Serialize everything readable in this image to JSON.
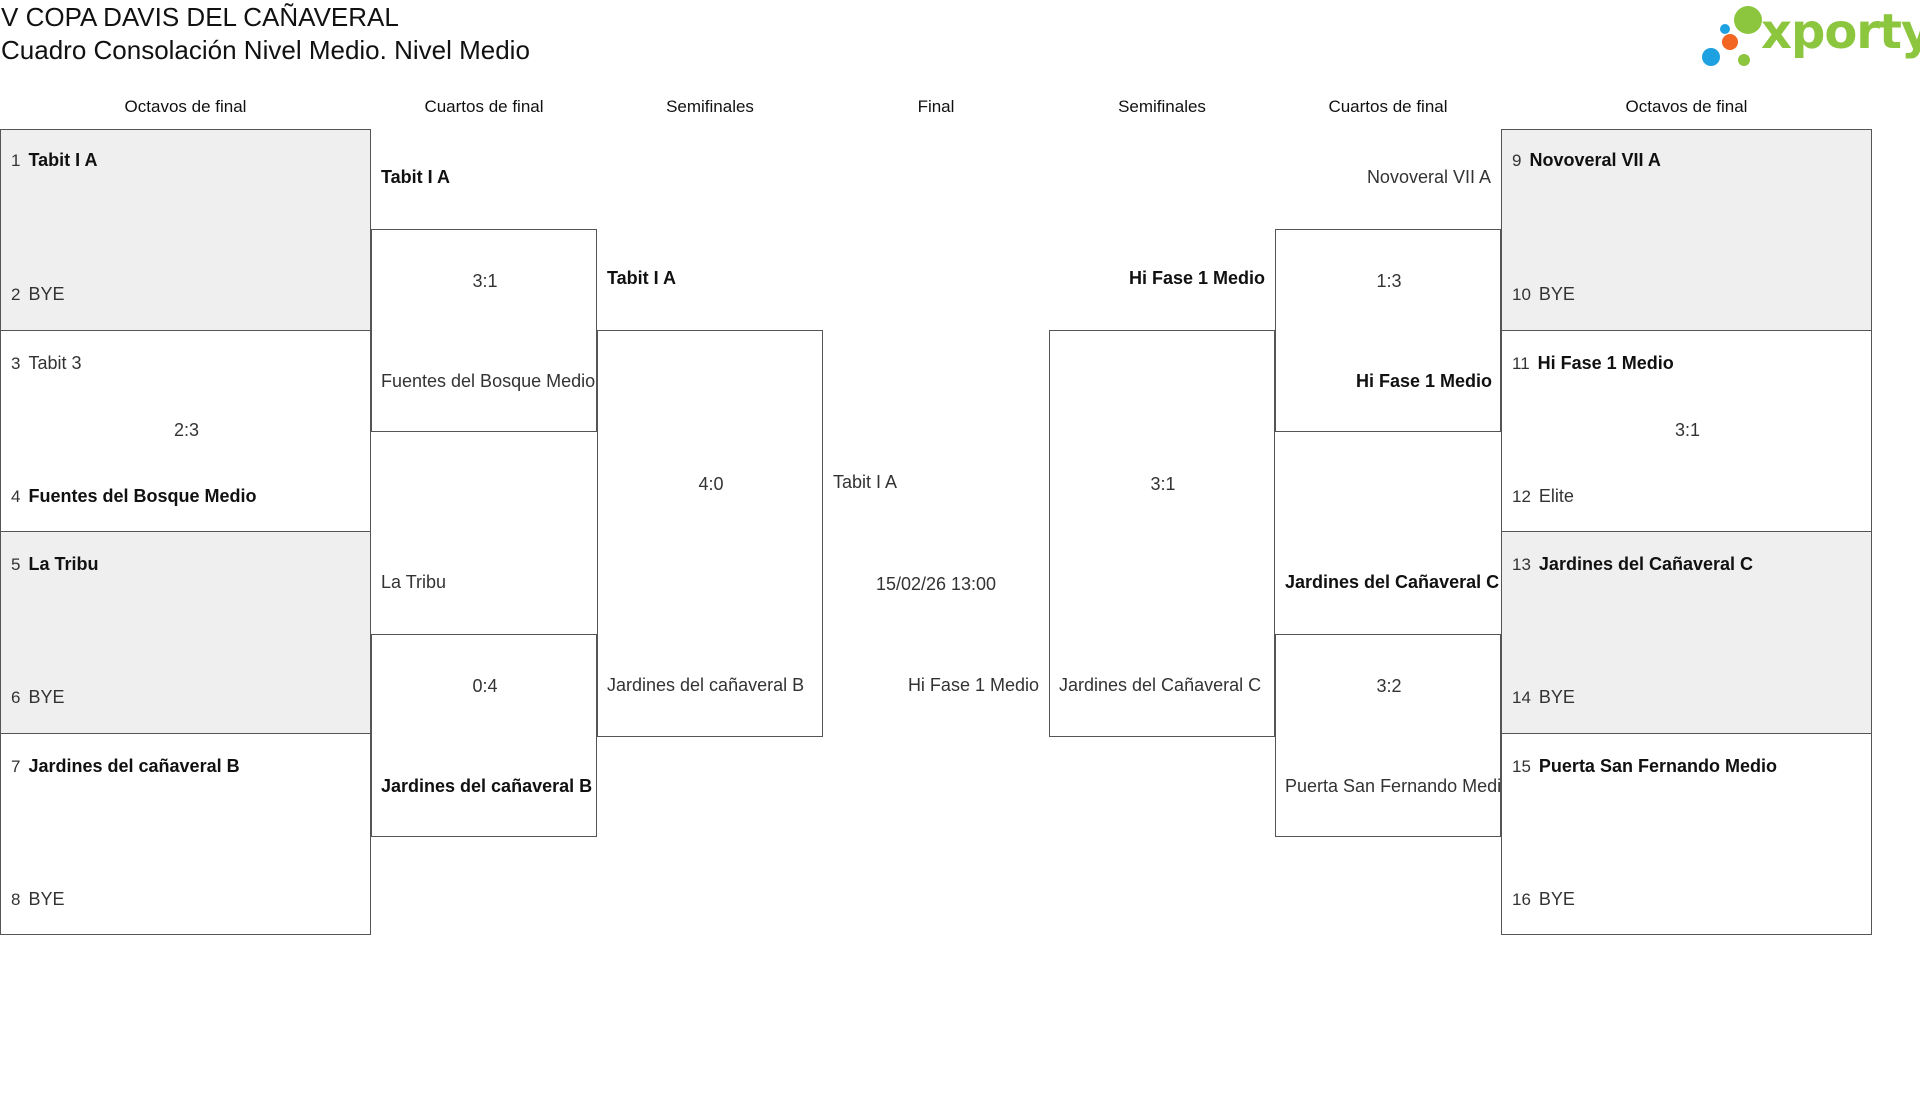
{
  "header": {
    "title": "V COPA DAVIS DEL CAÑAVERAL",
    "subtitle": "Cuadro Consolación Nivel Medio. Nivel Medio",
    "logo_text": "xporty"
  },
  "columns": {
    "left_r16": "Octavos de final",
    "left_qf": "Cuartos de final",
    "left_sf": "Semifinales",
    "final": "Final",
    "right_sf": "Semifinales",
    "right_qf": "Cuartos de final",
    "right_r16": "Octavos de final"
  },
  "left_r16": [
    {
      "top": {
        "seed": "1",
        "name": "Tabit I A",
        "winner": true
      },
      "bottom": {
        "seed": "2",
        "name": "BYE",
        "winner": false
      },
      "score": "",
      "bye": true
    },
    {
      "top": {
        "seed": "3",
        "name": "Tabit 3",
        "winner": false
      },
      "bottom": {
        "seed": "4",
        "name": "Fuentes del Bosque Medio",
        "winner": true
      },
      "score": "2:3",
      "bye": false
    },
    {
      "top": {
        "seed": "5",
        "name": "La Tribu",
        "winner": true
      },
      "bottom": {
        "seed": "6",
        "name": "BYE",
        "winner": false
      },
      "score": "",
      "bye": true
    },
    {
      "top": {
        "seed": "7",
        "name": "Jardines del cañaveral B",
        "winner": true
      },
      "bottom": {
        "seed": "8",
        "name": "BYE",
        "winner": false
      },
      "score": "",
      "bye": false
    }
  ],
  "right_r16": [
    {
      "top": {
        "seed": "9",
        "name": "Novoveral VII A",
        "winner": true
      },
      "bottom": {
        "seed": "10",
        "name": "BYE",
        "winner": false
      },
      "score": "",
      "bye": true
    },
    {
      "top": {
        "seed": "11",
        "name": "Hi Fase 1 Medio",
        "winner": true
      },
      "bottom": {
        "seed": "12",
        "name": "Elite",
        "winner": false
      },
      "score": "3:1",
      "bye": false
    },
    {
      "top": {
        "seed": "13",
        "name": "Jardines del Cañaveral C",
        "winner": true
      },
      "bottom": {
        "seed": "14",
        "name": "BYE",
        "winner": false
      },
      "score": "",
      "bye": true
    },
    {
      "top": {
        "seed": "15",
        "name": "Puerta San Fernando Medio",
        "winner": true
      },
      "bottom": {
        "seed": "16",
        "name": "BYE",
        "winner": false
      },
      "score": "",
      "bye": false
    }
  ],
  "left_qf": [
    {
      "top": {
        "name": "Tabit I A",
        "winner": true
      },
      "bottom": {
        "name": "Fuentes del Bosque Medio",
        "winner": false
      },
      "score": "3:1"
    },
    {
      "top": {
        "name": "La Tribu",
        "winner": false
      },
      "bottom": {
        "name": "Jardines del cañaveral B",
        "winner": true
      },
      "score": "0:4"
    }
  ],
  "right_qf": [
    {
      "top": {
        "name": "Novoveral VII A",
        "winner": false
      },
      "bottom": {
        "name": "Hi Fase 1 Medio",
        "winner": true
      },
      "score": "1:3"
    },
    {
      "top": {
        "name": "Jardines del Cañaveral C",
        "winner": true
      },
      "bottom": {
        "name": "Puerta San Fernando Medio",
        "winner": false
      },
      "score": "3:2"
    }
  ],
  "left_sf": {
    "top": {
      "name": "Tabit I A",
      "winner": true
    },
    "bottom": {
      "name": "Jardines del cañaveral B",
      "winner": false
    },
    "score": "4:0"
  },
  "right_sf": {
    "top": {
      "name": "Hi Fase 1 Medio",
      "winner": true
    },
    "bottom": {
      "name": "Jardines del Cañaveral C",
      "winner": false
    },
    "score": "3:1"
  },
  "final": {
    "top": {
      "name": "Tabit I A"
    },
    "bottom": {
      "name": "Hi Fase 1 Medio"
    },
    "datetime": "15/02/26 13:00"
  },
  "colors": {
    "bye_fill": "#efefef",
    "border": "#555555",
    "logo_green": "#8cc63f",
    "logo_blue": "#1ea1e0",
    "logo_orange": "#f26522"
  }
}
